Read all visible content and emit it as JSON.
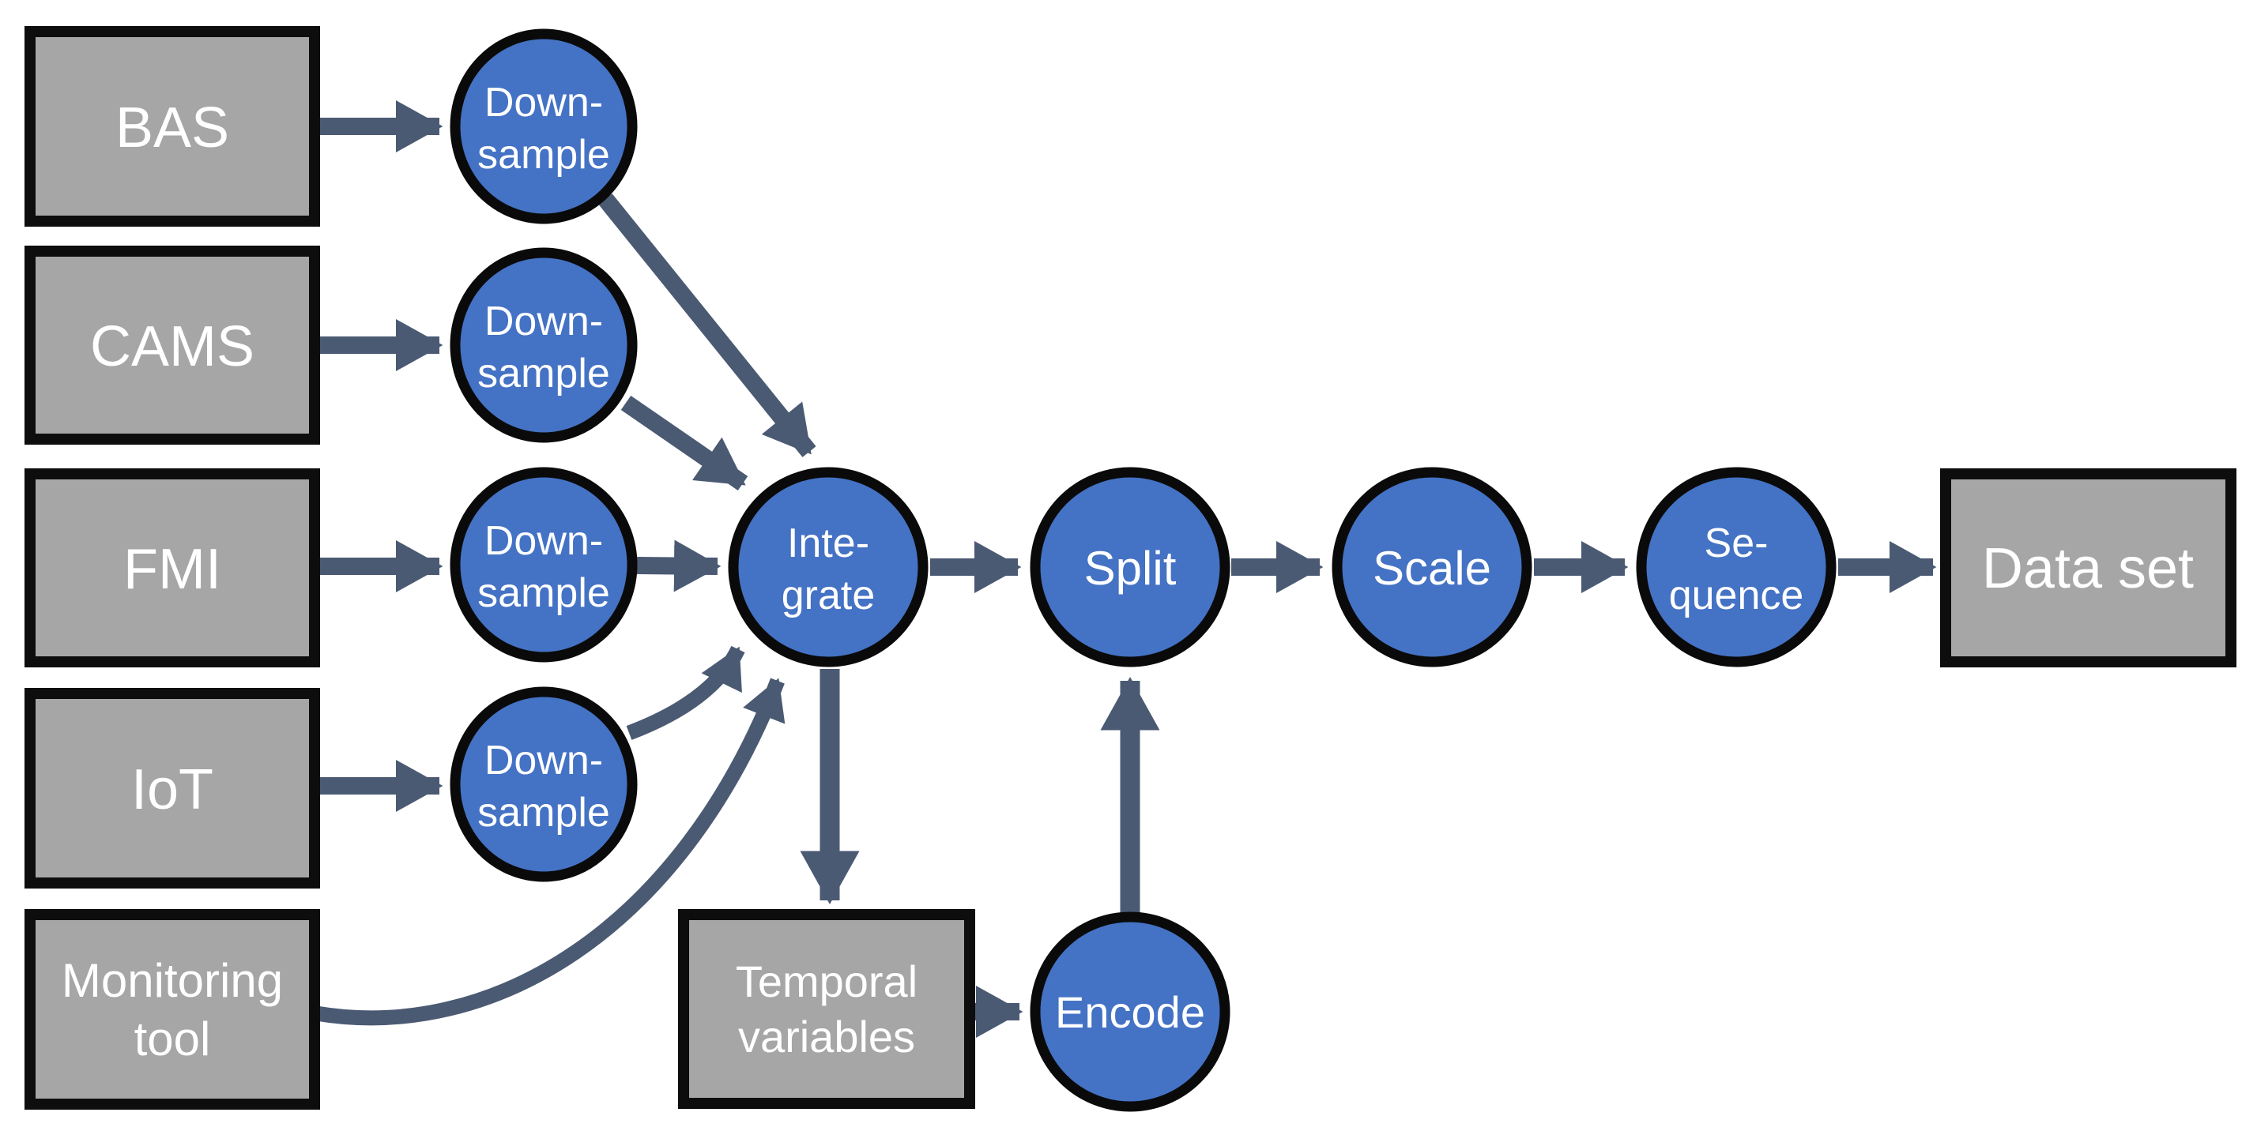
{
  "diagram": {
    "description": "Data preprocessing pipeline flowchart",
    "background": "#ffffff",
    "colors": {
      "source_box_fill": "#a6a6a6",
      "source_box_border": "#0d0d0d",
      "process_circle_fill": "#4472c4",
      "process_circle_border": "#0a0a0a",
      "arrow": "#4b5a73",
      "label_text": "#ffffff"
    },
    "nodes": {
      "bas": {
        "label": "BAS",
        "shape": "rectangle",
        "role": "data source"
      },
      "cams": {
        "label": "CAMS",
        "shape": "rectangle",
        "role": "data source"
      },
      "fmi": {
        "label": "FMI",
        "shape": "rectangle",
        "role": "data source"
      },
      "iot": {
        "label": "IoT",
        "shape": "rectangle",
        "role": "data source"
      },
      "monitoring": {
        "line1": "Monitoring",
        "line2": "tool",
        "shape": "rectangle",
        "role": "data source"
      },
      "downsample1": {
        "line1": "Down-",
        "line2": "sample",
        "shape": "circle",
        "role": "process"
      },
      "downsample2": {
        "line1": "Down-",
        "line2": "sample",
        "shape": "circle",
        "role": "process"
      },
      "downsample3": {
        "line1": "Down-",
        "line2": "sample",
        "shape": "circle",
        "role": "process"
      },
      "downsample4": {
        "line1": "Down-",
        "line2": "sample",
        "shape": "circle",
        "role": "process"
      },
      "integrate": {
        "line1": "Inte-",
        "line2": "grate",
        "shape": "circle",
        "role": "process"
      },
      "split": {
        "label": "Split",
        "shape": "circle",
        "role": "process"
      },
      "scale": {
        "label": "Scale",
        "shape": "circle",
        "role": "process"
      },
      "sequence": {
        "line1": "Se-",
        "line2": "quence",
        "shape": "circle",
        "role": "process"
      },
      "encode": {
        "label": "Encode",
        "shape": "circle",
        "role": "process"
      },
      "temporal": {
        "line1": "Temporal",
        "line2": "variables",
        "shape": "rectangle",
        "role": "intermediate data"
      },
      "dataset": {
        "label": "Data set",
        "shape": "rectangle",
        "role": "output"
      }
    },
    "edges": [
      {
        "from": "bas",
        "to": "downsample1",
        "style": "straight"
      },
      {
        "from": "cams",
        "to": "downsample2",
        "style": "straight"
      },
      {
        "from": "fmi",
        "to": "downsample3",
        "style": "straight"
      },
      {
        "from": "iot",
        "to": "downsample4",
        "style": "straight"
      },
      {
        "from": "downsample1",
        "to": "integrate",
        "style": "straight-diagonal"
      },
      {
        "from": "downsample2",
        "to": "integrate",
        "style": "straight-diagonal"
      },
      {
        "from": "downsample3",
        "to": "integrate",
        "style": "straight"
      },
      {
        "from": "downsample4",
        "to": "integrate",
        "style": "curved"
      },
      {
        "from": "monitoring",
        "to": "integrate",
        "style": "curved"
      },
      {
        "from": "integrate",
        "to": "split",
        "style": "straight"
      },
      {
        "from": "split",
        "to": "scale",
        "style": "straight"
      },
      {
        "from": "scale",
        "to": "sequence",
        "style": "straight"
      },
      {
        "from": "sequence",
        "to": "dataset",
        "style": "straight"
      },
      {
        "from": "integrate",
        "to": "temporal",
        "style": "straight"
      },
      {
        "from": "temporal",
        "to": "encode",
        "style": "straight"
      },
      {
        "from": "encode",
        "to": "split",
        "style": "straight"
      }
    ]
  }
}
